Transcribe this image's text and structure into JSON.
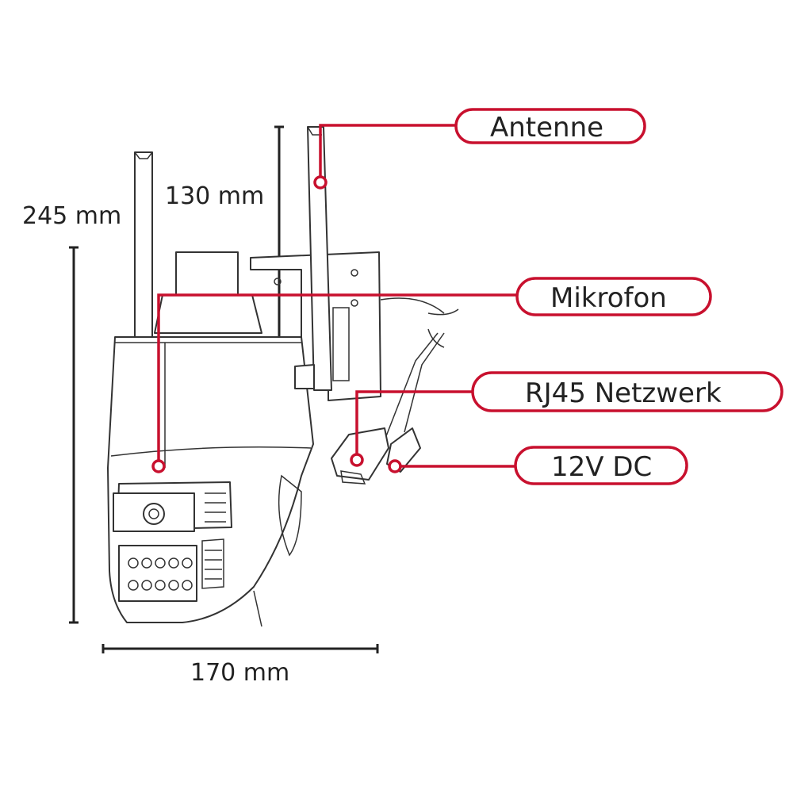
{
  "colors": {
    "accent": "#c8102e",
    "line": "#333333",
    "text": "#222222",
    "background": "#ffffff"
  },
  "dimensions": {
    "height_total": "245 mm",
    "antenna_height": "130 mm",
    "width": "170 mm"
  },
  "callouts": {
    "antenna": "Antenne",
    "microphone": "Mikrofon",
    "rj45": "RJ45 Netzwerk",
    "power": "12V DC"
  }
}
